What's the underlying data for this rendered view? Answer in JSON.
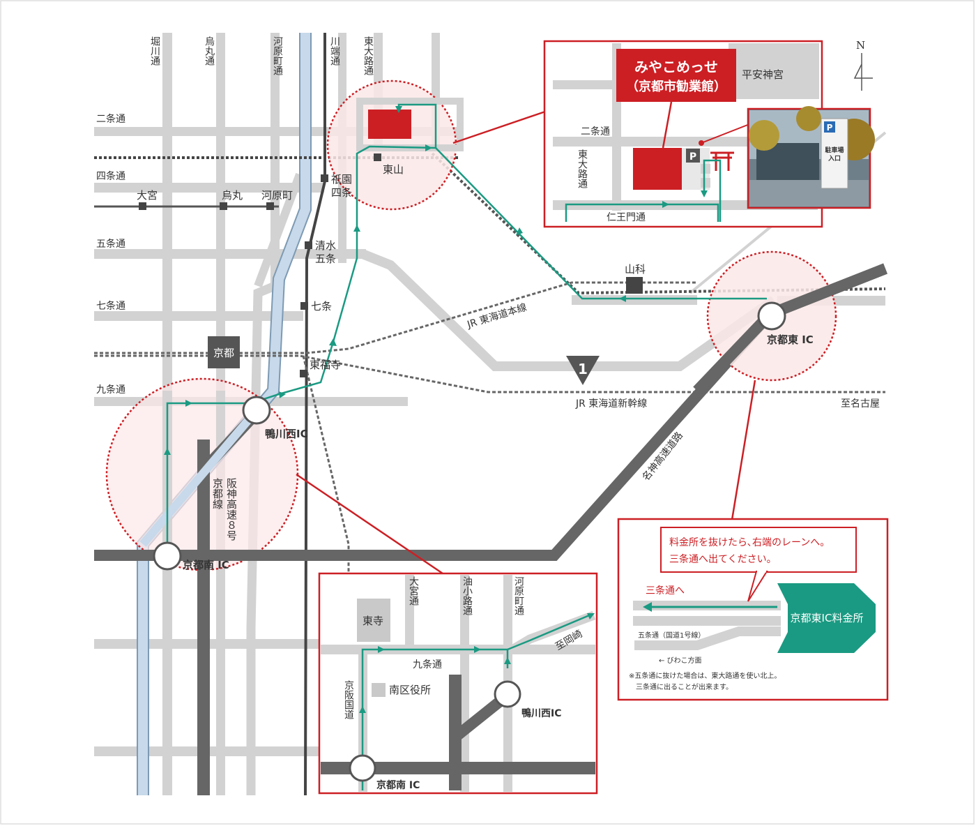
{
  "north_label": "N",
  "venue": {
    "name_line1": "みやこめっせ",
    "name_line2": "（京都市勧業館）",
    "heian_jingu": "平安神宮"
  },
  "parking_sign": {
    "p": "P",
    "line1": "駐車場",
    "line2": "入口"
  },
  "streets": {
    "horikawa": "堀川通",
    "karasuma": "烏丸通",
    "kawaramachi": "河原町通",
    "kawabata": "川端通",
    "higashioji": "東大路通",
    "nijo": "二条通",
    "shijo": "四条通",
    "gojo": "五条通",
    "shichijo": "七条通",
    "kujo": "九条通",
    "niomon": "仁王門通",
    "inset_nijo": "二条通",
    "inset_higashioji": "東大路通"
  },
  "stations": {
    "omiya": "大宮",
    "karasuma": "烏丸",
    "kawaramachi": "河原町",
    "higashiyama": "東山",
    "gion_l1": "祇園",
    "gion_l2": "四条",
    "kiyomizu_l1": "清水",
    "kiyomizu_l2": "五条",
    "shichijo": "七条",
    "tofukuji": "東福寺",
    "kyoto": "京都",
    "yamashina": "山科"
  },
  "rail": {
    "tokaido": "JR 東海道本線",
    "shinkansen": "JR 東海道新幹線",
    "to_nagoya": "至名古屋"
  },
  "route_number": "1",
  "expressways": {
    "meishin": "名神高速道路",
    "hanshin_l1": "阪神高速８号",
    "hanshin_l2": "京都線"
  },
  "ics": {
    "kyoto_higashi": "京都東 IC",
    "kamogawa_nishi": "鴨川西IC",
    "kyoto_minami": "京都南 IC"
  },
  "inset_south": {
    "toji": "東寺",
    "omiya": "大宮通",
    "aburanokoji": "油小路通",
    "kawaramachi": "河原町通",
    "kujo": "九条通",
    "to_okazaki": "至岡崎",
    "keihan": "京阪国道",
    "minami_ward": "南区役所",
    "kamogawa_nishi": "鴨川西IC",
    "kyoto_minami": "京都南 IC"
  },
  "inset_toll": {
    "bubble_l1": "料金所を抜けたら､右端のレーンへ。",
    "bubble_l2": "三条通へ出てください。",
    "to_sanjo": "三条通へ",
    "gojo_route": "五条通（国道1号線）",
    "biwako": "← びわこ方面",
    "toll_name": "京都東IC料金所",
    "note_l1": "※五条通に抜けた場合は、東大路通を使い北上。",
    "note_l2": "三条通に出ることが出来ます。"
  },
  "colors": {
    "road": "#d2d2d2",
    "expressway": "#666666",
    "canal": "#c7d9ea",
    "route": "#1a9a82",
    "accent_red": "#cc1f24",
    "highlight": "#fce7e8"
  }
}
